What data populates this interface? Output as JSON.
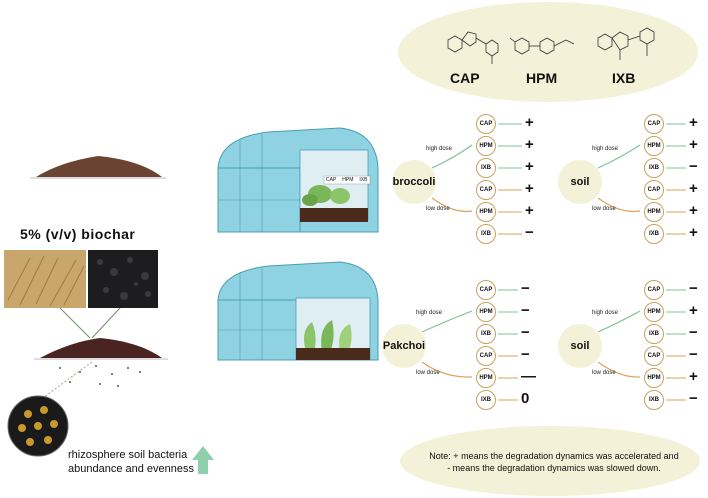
{
  "pesticides": {
    "labels": [
      "CAP",
      "HPM",
      "IXB"
    ]
  },
  "biochar": {
    "title": "5% (v/v) biochar"
  },
  "bacteria": {
    "line1": "rhizosphere soil bacteria",
    "line2": "abundance and  evenness"
  },
  "greenhouse_label": {
    "a": "CAP",
    "b": "HPM",
    "c": "IXB"
  },
  "panels": [
    {
      "center": "broccoli",
      "high_label": "high dose",
      "low_label": "low dose",
      "rows": [
        {
          "name": "CAP",
          "sign": "+"
        },
        {
          "name": "HPM",
          "sign": "+"
        },
        {
          "name": "IXB",
          "sign": "+"
        },
        {
          "name": "CAP",
          "sign": "+"
        },
        {
          "name": "HPM",
          "sign": "+"
        },
        {
          "name": "IXB",
          "sign": "−"
        }
      ]
    },
    {
      "center": "soil",
      "high_label": "high dose",
      "low_label": "low dose",
      "rows": [
        {
          "name": "CAP",
          "sign": "+"
        },
        {
          "name": "HPM",
          "sign": "+"
        },
        {
          "name": "IXB",
          "sign": "−"
        },
        {
          "name": "CAP",
          "sign": "+"
        },
        {
          "name": "HPM",
          "sign": "+"
        },
        {
          "name": "IXB",
          "sign": "+"
        }
      ]
    },
    {
      "center": "Pakchoi",
      "high_label": "high dose",
      "low_label": "low dose",
      "rows": [
        {
          "name": "CAP",
          "sign": "−"
        },
        {
          "name": "HPM",
          "sign": "−"
        },
        {
          "name": "IXB",
          "sign": "−"
        },
        {
          "name": "CAP",
          "sign": "−"
        },
        {
          "name": "HPM",
          "sign": "—"
        },
        {
          "name": "IXB",
          "sign": "0"
        }
      ]
    },
    {
      "center": "soil",
      "high_label": "high dose",
      "low_label": "low dose",
      "rows": [
        {
          "name": "CAP",
          "sign": "−"
        },
        {
          "name": "HPM",
          "sign": "+"
        },
        {
          "name": "IXB",
          "sign": "−"
        },
        {
          "name": "CAP",
          "sign": "−"
        },
        {
          "name": "HPM",
          "sign": "+"
        },
        {
          "name": "IXB",
          "sign": "−"
        }
      ]
    }
  ],
  "note": {
    "line1": "Note: + means the degradation dynamics was accelerated and",
    "line2": "- means the degradation dynamics was slowed down."
  },
  "colors": {
    "oval": "#f3f1d8",
    "greenhouse": "#7ec9dc",
    "arrow_green": "#7fc29a",
    "arrow_orange": "#e0a15a",
    "biochar": "#5a3b2a"
  }
}
